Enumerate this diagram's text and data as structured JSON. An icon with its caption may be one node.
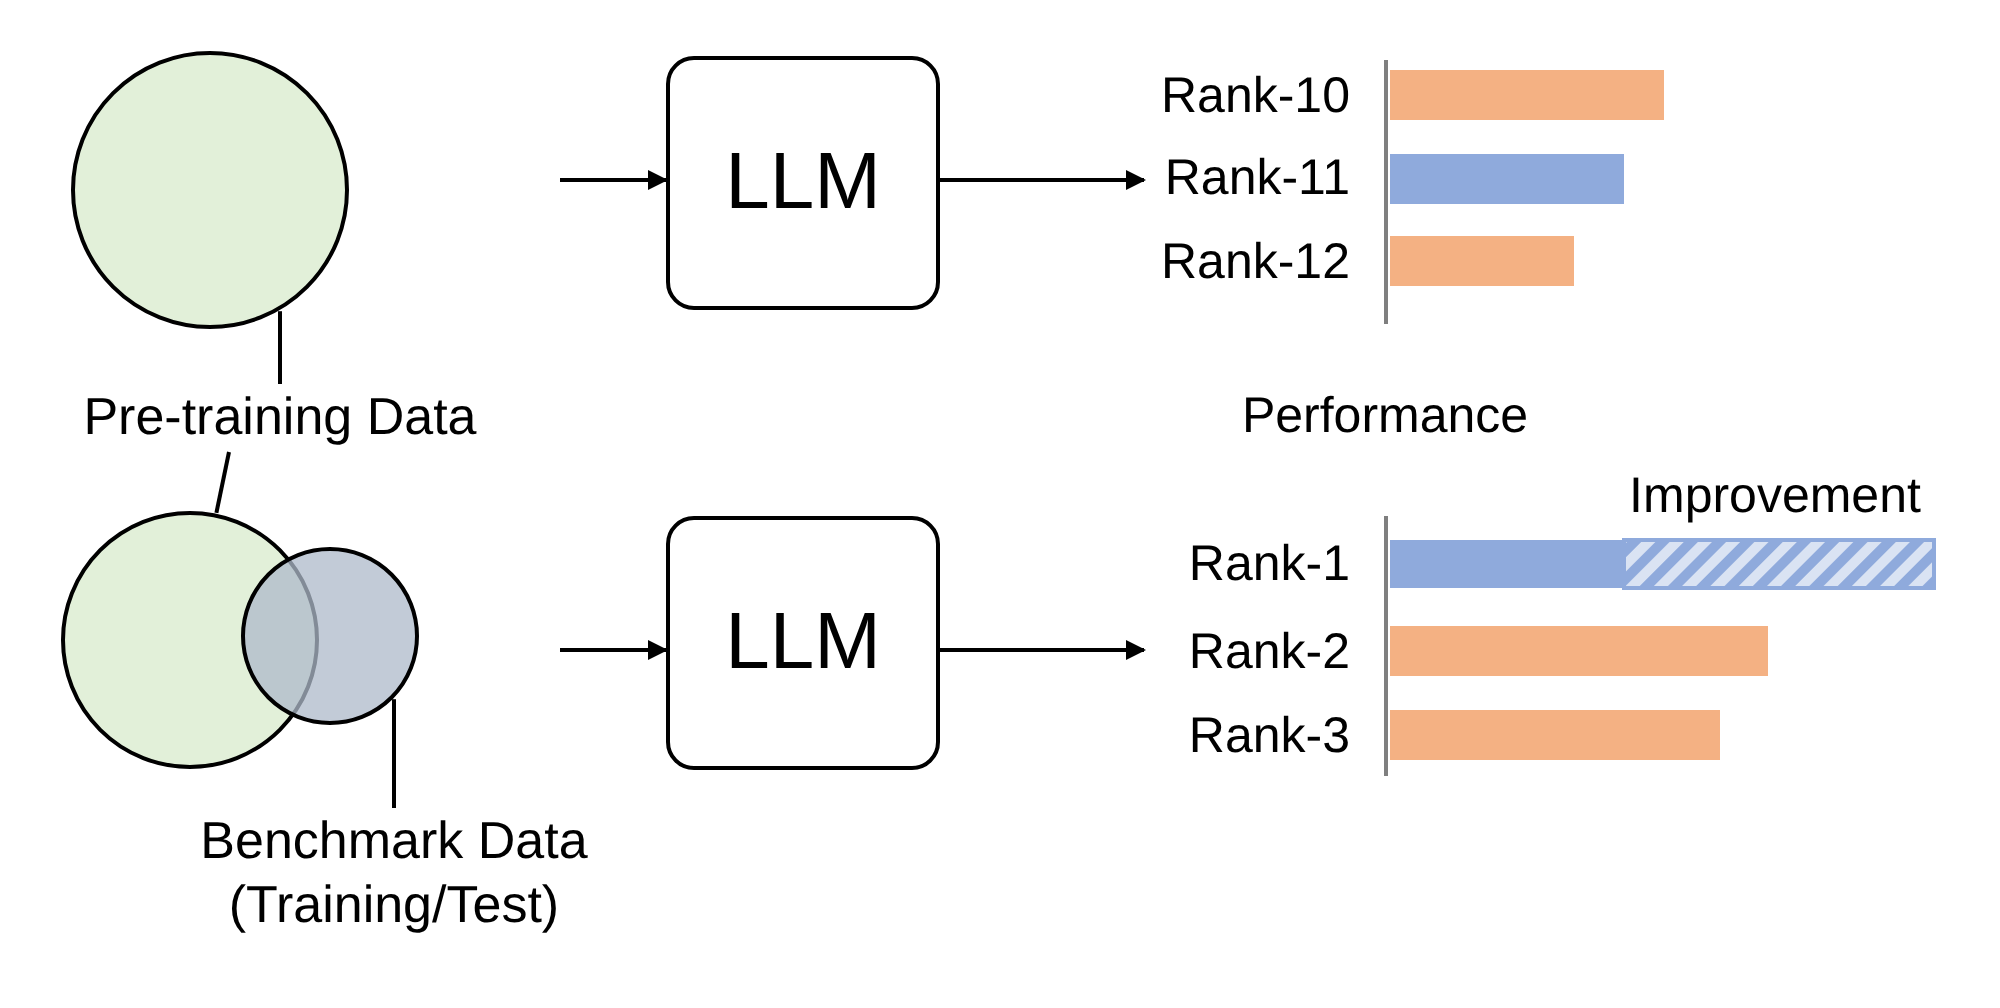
{
  "diagram": {
    "nodes": [
      {
        "text": [],
        "shape": "circle"
      },
      {
        "text": [
          "Pre-training Data"
        ]
      },
      {
        "text": [
          "LLM"
        ]
      },
      {
        "text": [],
        "shape": "picture",
        "beside": [
          "Rank-10",
          "Rank-11",
          "Rank-12"
        ]
      },
      {
        "text": [],
        "shape": "circle"
      },
      {
        "text": [],
        "shape": "circle"
      },
      {
        "text": [
          "Benchmark Data (Training/Test)"
        ]
      },
      {
        "text": [
          "LLM"
        ]
      },
      {
        "text": [],
        "shape": "picture",
        "beside": [
          "Rank-1",
          "Rank-2",
          "Rank-3"
        ]
      }
    ],
    "edges": [
      {
        "from": 1,
        "to": 0,
        "arrow": "none"
      },
      {
        "from": 1,
        "to": 4,
        "arrow": "none"
      },
      {
        "from": 6,
        "to": 5,
        "arrow": "none"
      },
      {
        "from": null,
        "to": 2,
        "arrow": "to"
      },
      {
        "from": 2,
        "to": 3,
        "arrow": "to"
      },
      {
        "from": null,
        "to": 7,
        "arrow": "to"
      },
      {
        "from": 7,
        "to": 8,
        "arrow": "to"
      }
    ],
    "labels": [
      "Performance",
      "Improvement"
    ]
  }
}
